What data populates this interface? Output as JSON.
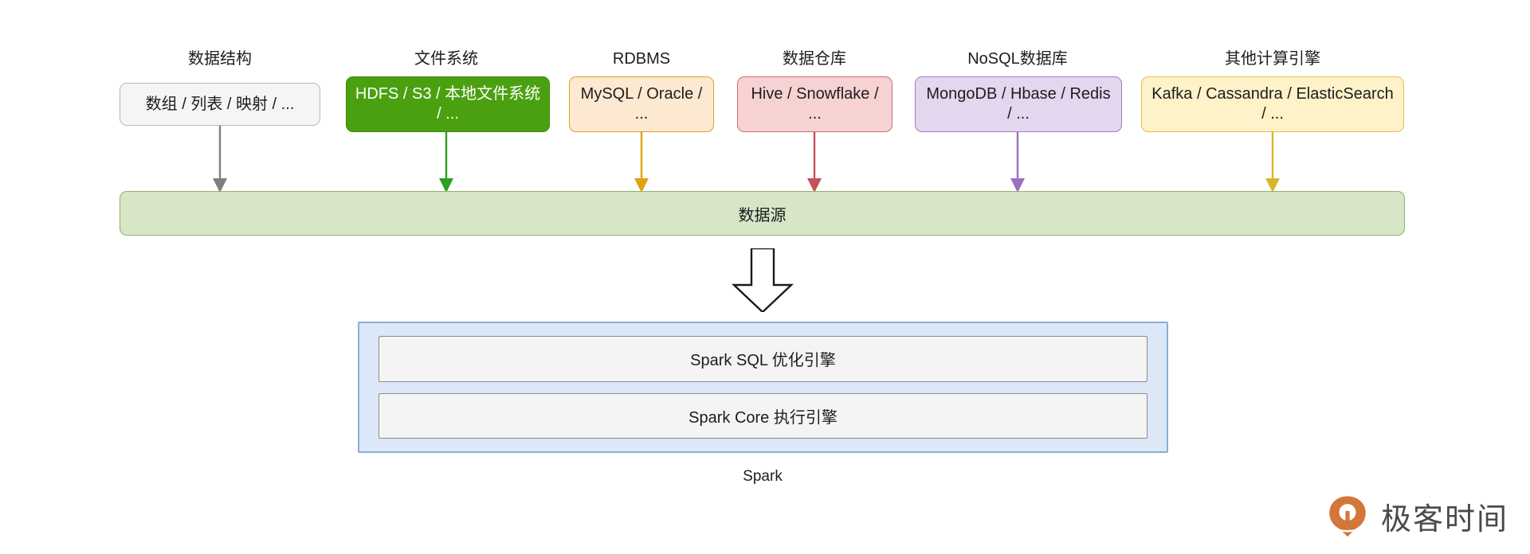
{
  "diagram": {
    "title_hidden": "",
    "columns": [
      {
        "title": "数据结构",
        "box_text": "数组 / 列表 / 映射 / ...",
        "fill": "#f5f5f5",
        "stroke": "#b9b9b9",
        "text_color": "#1d1d1d",
        "arrow_color": "#7f7f7f"
      },
      {
        "title": "文件系统",
        "box_text": "HDFS / S3 / 本地文件系统 / ...",
        "fill": "#4ba010",
        "stroke": "#3d8a0c",
        "text_color": "#ffffff",
        "arrow_color": "#2e9e1f"
      },
      {
        "title": "RDBMS",
        "box_text": "MySQL / Oracle / ...",
        "fill": "#fde9d2",
        "stroke": "#e0a117",
        "text_color": "#1d1d1d",
        "arrow_color": "#e2a10d"
      },
      {
        "title": "数据仓库",
        "box_text": "Hive / Snowflake / ...",
        "fill": "#f6d2d3",
        "stroke": "#cf6b76",
        "text_color": "#1d1d1d",
        "arrow_color": "#c4515c"
      },
      {
        "title": "NoSQL数据库",
        "box_text": "MongoDB / Hbase / Redis / ...",
        "fill": "#e4d6ef",
        "stroke": "#9f7bc4",
        "text_color": "#1d1d1d",
        "arrow_color": "#9b6fc0"
      },
      {
        "title": "其他计算引擎",
        "box_text": "Kafka / Cassandra / ElasticSearch / ...",
        "fill": "#fdf2c8",
        "stroke": "#e3c04a",
        "text_color": "#1d1d1d",
        "arrow_color": "#d9b529"
      }
    ],
    "datasource": {
      "label": "数据源",
      "fill": "#d6e6c6",
      "stroke": "#8cb36a"
    },
    "flow_arrow": {
      "name": "big-down-arrow",
      "stroke": "#1a1a1a",
      "fill": "#ffffff"
    },
    "spark": {
      "caption": "Spark",
      "container_fill": "#dce8f7",
      "container_stroke": "#8aaed6",
      "layers": [
        {
          "label": "Spark SQL 优化引擎",
          "fill": "#f4f4f4",
          "stroke": "#8a8a8a"
        },
        {
          "label": "Spark Core 执行引擎",
          "fill": "#f4f4f4",
          "stroke": "#8a8a8a"
        }
      ]
    },
    "watermark": {
      "text": "极客时间",
      "icon": "geektime-logo-icon",
      "icon_color": "#d4763a",
      "text_color": "#4a4a4a"
    }
  }
}
